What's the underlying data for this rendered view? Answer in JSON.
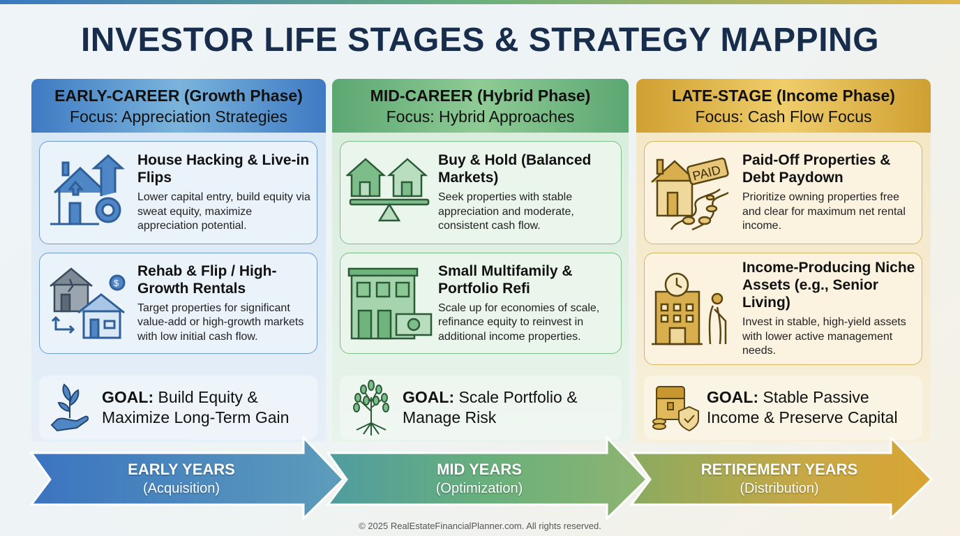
{
  "title": "INVESTOR LIFE STAGES & STRATEGY MAPPING",
  "colors": {
    "title": "#172d4b",
    "early_accent": "#3f7ac3",
    "mid_accent": "#5ca772",
    "late_accent": "#cfa032"
  },
  "columns": [
    {
      "header_line1": "EARLY-CAREER (Growth Phase)",
      "header_line2": "Focus: Appreciation Strategies",
      "cards": [
        {
          "icon": "house-gear-arrow-icon",
          "title": "House Hacking & Live-in Flips",
          "description": "Lower capital entry, build equity via sweat equity, maximize appreciation potential."
        },
        {
          "icon": "rehab-house-dollar-icon",
          "title": "Rehab & Flip / High-Growth Rentals",
          "description": "Target properties for significant value-add or high-growth markets with low initial cash flow."
        }
      ],
      "goal_label": "GOAL:",
      "goal_text": "Build Equity & Maximize Long-Term Gain",
      "goal_icon": "hand-plant-icon"
    },
    {
      "header_line1": "MID-CAREER (Hybrid Phase)",
      "header_line2": "Focus: Hybrid Approaches",
      "cards": [
        {
          "icon": "balanced-houses-icon",
          "title": "Buy & Hold (Balanced Markets)",
          "description": "Seek properties with stable appreciation and moderate, consistent cash flow."
        },
        {
          "icon": "multifamily-cash-icon",
          "title": "Small Multifamily & Portfolio Refi",
          "description": "Scale up for economies of scale, refinance equity to reinvest in additional income properties."
        }
      ],
      "goal_label": "GOAL:",
      "goal_text": "Scale Portfolio & Manage Risk",
      "goal_icon": "tree-roots-icon"
    },
    {
      "header_line1": "LATE-STAGE (Income Phase)",
      "header_line2": "Focus: Cash Flow Focus",
      "cards": [
        {
          "icon": "paid-house-coins-icon",
          "title": "Paid-Off Properties & Debt Paydown",
          "description": "Prioritize owning properties free and clear for maximum net rental income."
        },
        {
          "icon": "senior-living-building-icon",
          "title": "Income-Producing Niche Assets (e.g., Senior Living)",
          "description": "Invest in stable, high-yield assets with lower active management needs."
        }
      ],
      "goal_label": "GOAL:",
      "goal_text": "Stable Passive Income & Preserve Capital",
      "goal_icon": "treasure-chest-shield-icon"
    }
  ],
  "timeline": [
    {
      "label": "EARLY YEARS",
      "sublabel": "(Acquisition)"
    },
    {
      "label": "MID YEARS",
      "sublabel": "(Optimization)"
    },
    {
      "label": "RETIREMENT YEARS",
      "sublabel": "(Distribution)"
    }
  ],
  "footer": "© 2025 RealEstateFinancialPlanner.com. All rights reserved."
}
